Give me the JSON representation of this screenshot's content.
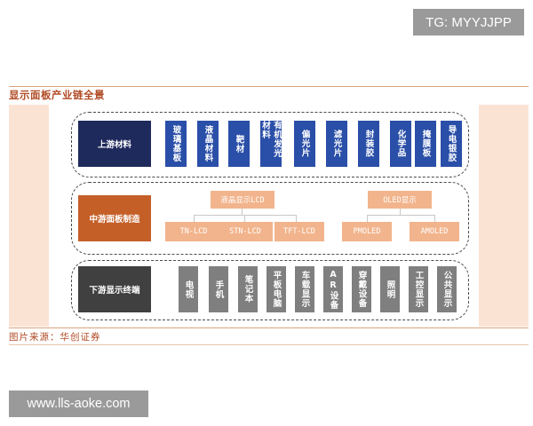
{
  "watermark_top": "TG: MYYJJPP",
  "watermark_bottom": "www.lls-aoke.com",
  "figure_title": "显示面板产业链全景",
  "source": "图片来源：华创证券",
  "upstream": {
    "label": "上游材料",
    "items": [
      "玻璃基板",
      "液晶材料",
      "靶材",
      "有机发光材料",
      "偏光片",
      "滤光片",
      "封装胶",
      "化学品",
      "掩膜板",
      "导电银胶"
    ]
  },
  "midstream": {
    "label": "中游面板制造",
    "lcd": {
      "label": "液晶显示LCD",
      "children": [
        "TN-LCD",
        "STN-LCD",
        "TFT-LCD"
      ]
    },
    "oled": {
      "label": "OLED显示",
      "children": [
        "PMOLED",
        "AMOLED"
      ]
    }
  },
  "downstream": {
    "label": "下游显示终端",
    "items": [
      "电视",
      "手机",
      "笔记本",
      "平板电脑",
      "车载显示",
      "AR设备",
      "穿戴设备",
      "照明",
      "工控显示",
      "公共显示"
    ]
  },
  "colors": {
    "upstream": "#2a4fa8",
    "upstream_label": "#1f2a5c",
    "midstream_label": "#c45f28",
    "midstream_box": "#f2b48c",
    "downstream": "#7f7f7f",
    "downstream_label": "#404040",
    "panel": "#fbe3d4",
    "title": "#b04a24"
  }
}
